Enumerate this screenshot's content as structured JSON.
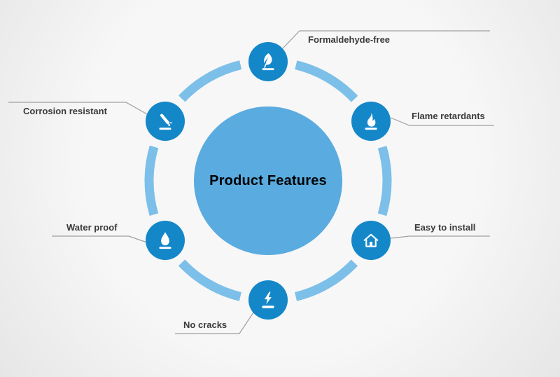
{
  "title": "Product Features",
  "features": [
    {
      "label": "Formaldehyde-free",
      "icon": "leaf"
    },
    {
      "label": "Flame retardants",
      "icon": "flame"
    },
    {
      "label": "Easy to install",
      "icon": "house"
    },
    {
      "label": "No cracks",
      "icon": "lightning-panel"
    },
    {
      "label": "Water proof",
      "icon": "water-drop"
    },
    {
      "label": "Corrosion resistant",
      "icon": "test-tube"
    }
  ],
  "colors": {
    "background_light": "#f7f7f7",
    "background_dark": "#e6e6e6",
    "center_circle": "#5aabdf",
    "ring": "#7cbfe9",
    "icon_circle": "#1487c9",
    "icon_glyph": "#ffffff",
    "label_text": "#3a3a3a",
    "title_text": "#000000",
    "leader_line": "#9f9f9f"
  }
}
